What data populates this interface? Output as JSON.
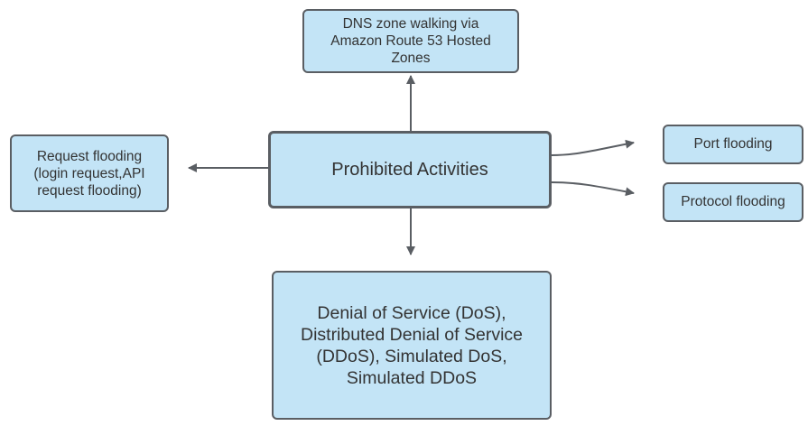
{
  "diagram": {
    "title": "Prohibited Activities",
    "colors": {
      "node_fill": "#c3e4f6",
      "node_stroke": "#5a5e63",
      "edge": "#5a5e63",
      "text": "#333333"
    },
    "center": {
      "label": "Prohibited Activities"
    },
    "nodes": [
      {
        "id": "dns",
        "label": "DNS zone walking via\nAmazon Route 53 Hosted\nZones"
      },
      {
        "id": "request",
        "label": "Request flooding\n(login request,API\nrequest flooding)"
      },
      {
        "id": "port",
        "label": "Port flooding"
      },
      {
        "id": "protocol",
        "label": "Protocol flooding"
      },
      {
        "id": "dos",
        "label": "Denial of Service (DoS),\nDistributed Denial of Service\n(DDoS), Simulated DoS,\nSimulated DDoS"
      }
    ],
    "edges": [
      {
        "from": "center",
        "to": "dns"
      },
      {
        "from": "center",
        "to": "request"
      },
      {
        "from": "center",
        "to": "port"
      },
      {
        "from": "center",
        "to": "protocol"
      },
      {
        "from": "center",
        "to": "dos"
      }
    ]
  }
}
